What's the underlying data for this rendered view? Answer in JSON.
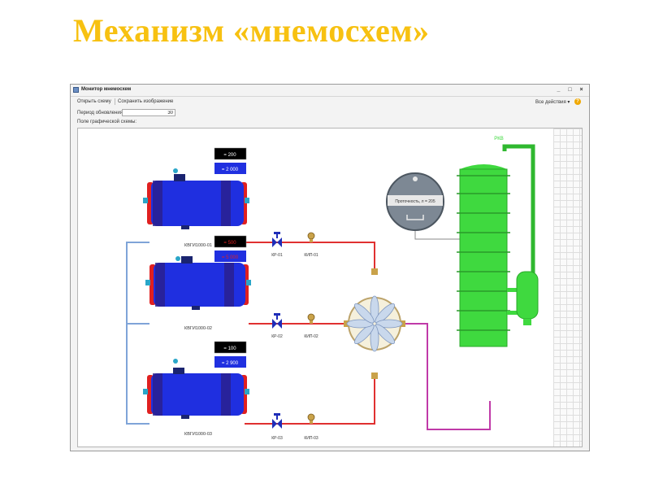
{
  "slide": {
    "title": "Механизм «мнемосхем»"
  },
  "window": {
    "title": "Монитор мнемосхем",
    "controls": {
      "minimize": "_",
      "maximize": "□",
      "close": "×"
    }
  },
  "toolbar": {
    "open_scheme": "Открыть схему",
    "save_image": "Сохранить изображение",
    "all_actions": "Все действия ▾",
    "help": "?"
  },
  "form": {
    "period_label": "Период обновления:",
    "period_value": "30",
    "field_label": "Поле графической схемы:"
  },
  "scheme": {
    "tanks": [
      {
        "name": "КВГИ1000-01",
        "readout_top": "= 200",
        "readout_bottom": "= 2 000",
        "top_alarm": false
      },
      {
        "name": "КВГИ1000-02",
        "readout_top": "= 500",
        "readout_bottom": "= 5 000",
        "top_alarm": true
      },
      {
        "name": "КВГИ1000-03",
        "readout_top": "= 100",
        "readout_bottom": "= 2 900",
        "top_alarm": false
      }
    ],
    "valves": [
      "КР-01",
      "КР-02",
      "КР-03"
    ],
    "gauges": [
      "КИП-01",
      "КИП-02",
      "КИП-03"
    ],
    "column_label": "РКВ",
    "meter_label": "Проточность, л = 205",
    "colors": {
      "tank_body": "#1f2fe0",
      "tank_cap": "#e02020",
      "column": "#3fd93f",
      "pipe_red": "#e03030",
      "pipe_blue": "#7fa4d8",
      "pipe_purple": "#c03aa8",
      "pipe_green": "#2fb82f",
      "valve": "#1e2db8",
      "readout_bg": "#000000",
      "readout_blue": "#2030e0",
      "alarm": "#e02020"
    }
  }
}
